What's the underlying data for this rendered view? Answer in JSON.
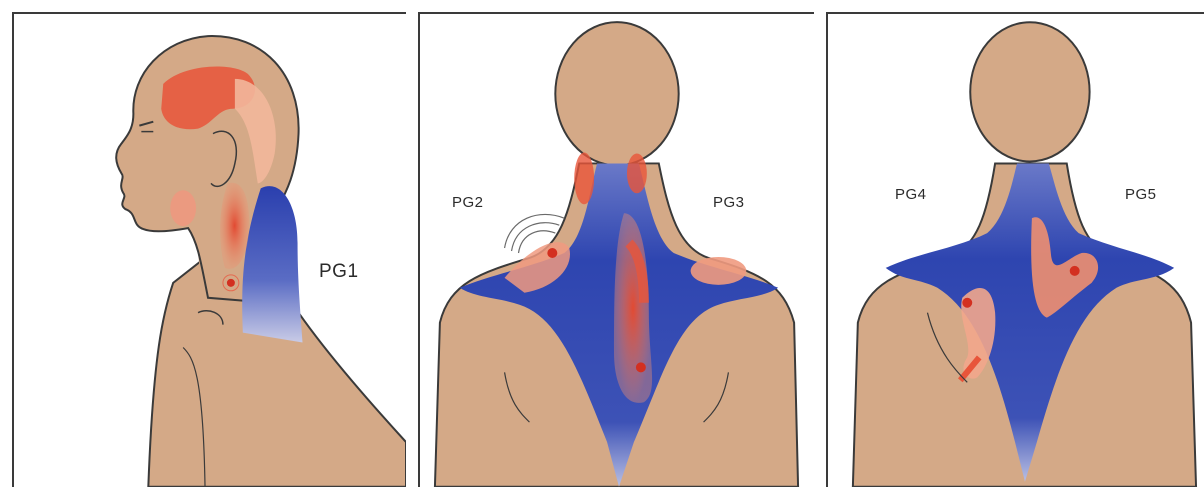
{
  "labels": {
    "pg1": "PG1",
    "pg2": "PG2",
    "pg3": "PG3",
    "pg4": "PG4",
    "pg5": "PG5"
  },
  "colors": {
    "skin": "#D4A987",
    "outline": "#3a3a3a",
    "muscle": "#2E45B0",
    "pain": "#E8553A",
    "background": "#ffffff"
  }
}
